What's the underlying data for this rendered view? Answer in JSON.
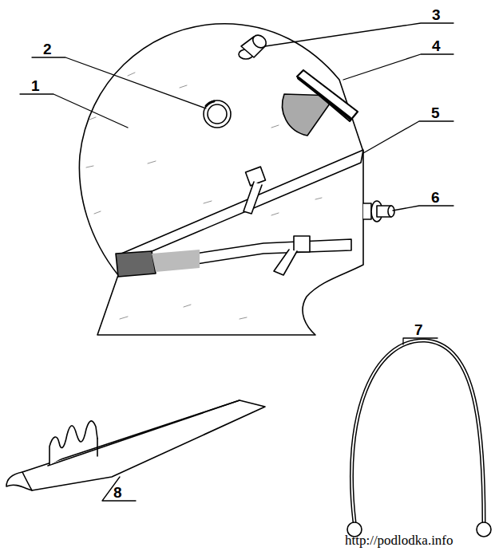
{
  "diagram": {
    "labels": [
      "3",
      "4",
      "2",
      "1",
      "5",
      "6",
      "7",
      "8",
      "http://podlodka.info"
    ]
  }
}
